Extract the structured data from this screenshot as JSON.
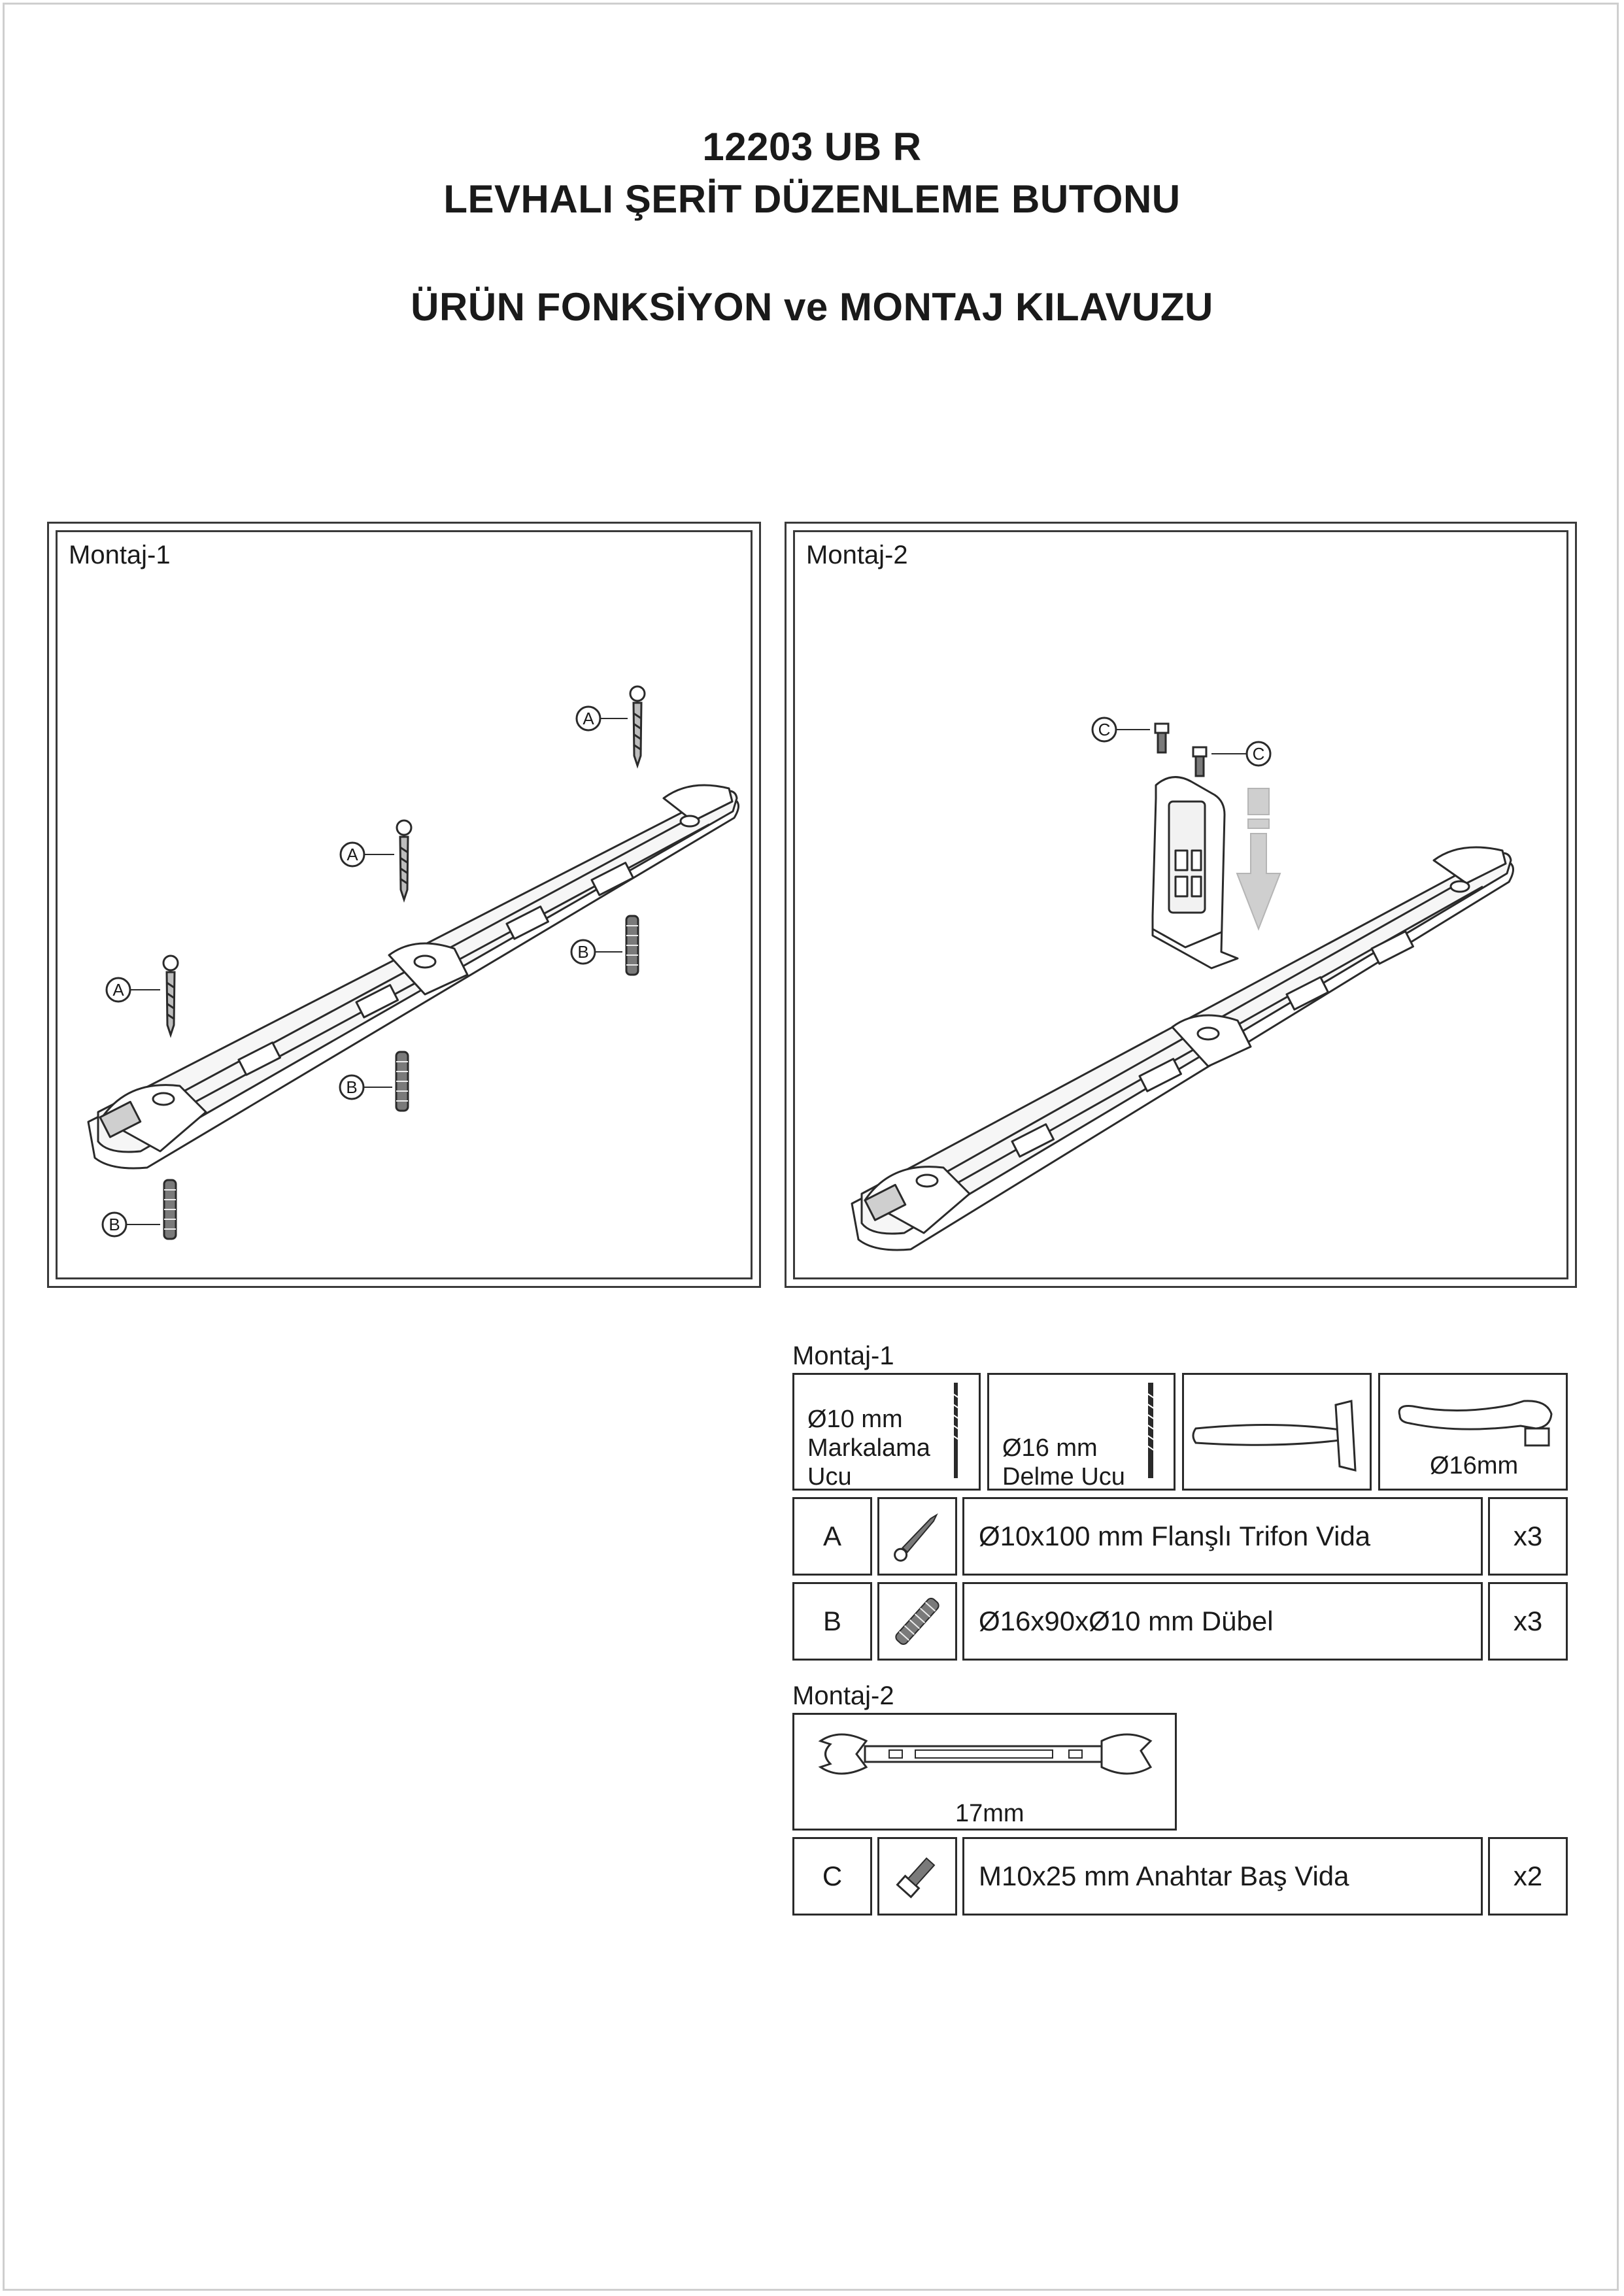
{
  "header": {
    "code": "12203 UB R",
    "product": "LEVHALI ŞERİT DÜZENLEME BUTONU",
    "guide": "ÜRÜN FONKSİYON ve MONTAJ KILAVUZU"
  },
  "panels": {
    "montaj1": {
      "label": "Montaj-1",
      "callouts": [
        "A",
        "A",
        "A",
        "B",
        "B",
        "B"
      ]
    },
    "montaj2": {
      "label": "Montaj-2",
      "callouts": [
        "C",
        "C"
      ]
    }
  },
  "tools": {
    "montaj1_label": "Montaj-1",
    "drill10": {
      "line1": "Ø10 mm",
      "line2": "Markalama",
      "line3": "Ucu"
    },
    "drill16": {
      "line1": "Ø16 mm",
      "line2": "Delme Ucu"
    },
    "hammer_icon": "hammer-icon",
    "ratchet": {
      "label": "Ø16mm",
      "icon": "ratchet-wrench-icon"
    },
    "montaj2_label": "Montaj-2",
    "wrench": {
      "label": "17mm",
      "icon": "open-end-wrench-icon"
    }
  },
  "parts": [
    {
      "letter": "A",
      "icon": "flange-screw-icon",
      "description": "Ø10x100 mm Flanşlı Trifon Vida",
      "qty": "x3"
    },
    {
      "letter": "B",
      "icon": "wall-plug-icon",
      "description": "Ø16x90xØ10 mm Dübel",
      "qty": "x3"
    },
    {
      "letter": "C",
      "icon": "hex-bolt-icon",
      "description": "M10x25 mm Anahtar Baş Vida",
      "qty": "x2"
    }
  ]
}
